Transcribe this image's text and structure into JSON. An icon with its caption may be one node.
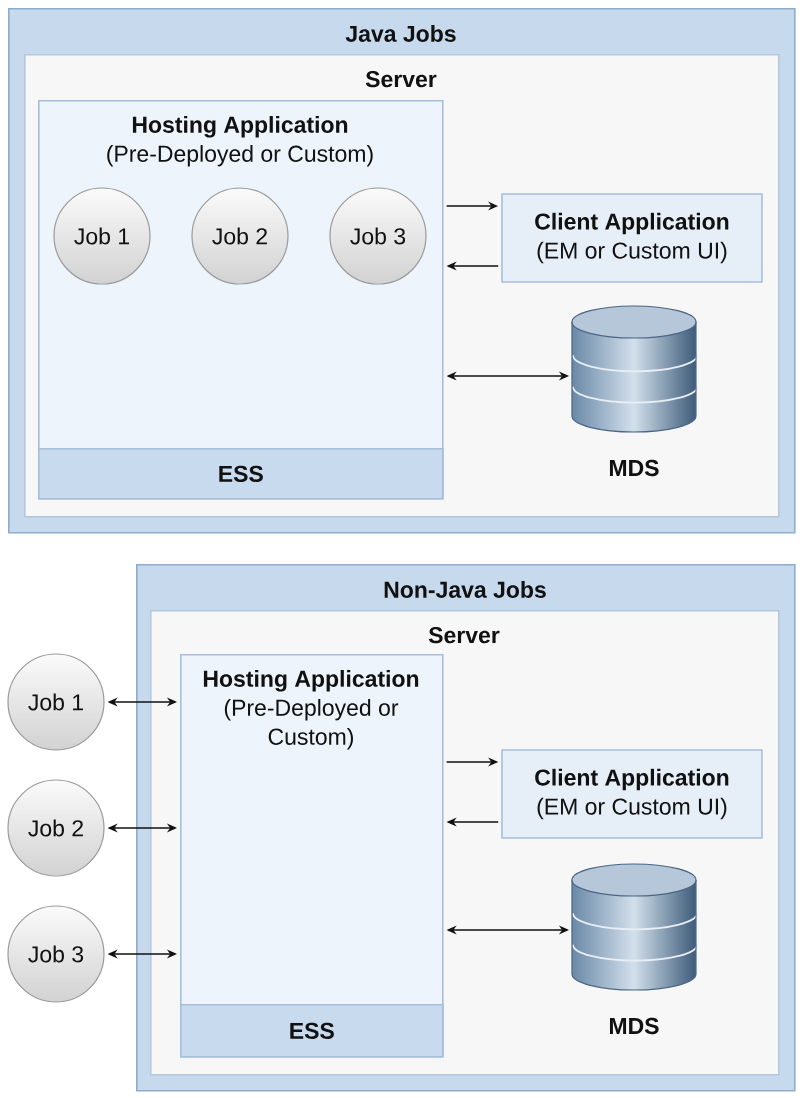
{
  "diagram": {
    "nodes": [
      {
        "text": [
          "Java Jobs"
        ]
      },
      {
        "text": [
          "Server"
        ],
        "in": 0
      },
      {
        "text": [
          "Hosting Application",
          "(Pre-Deployed or Custom)"
        ],
        "in": 1
      },
      {
        "text": [
          "Job 1"
        ],
        "in": 2
      },
      {
        "text": [
          "Job 2"
        ],
        "in": 2
      },
      {
        "text": [
          "Job 3"
        ],
        "in": 2
      },
      {
        "text": [
          "ESS"
        ],
        "in": 2
      },
      {
        "text": [
          "Client Application",
          "(EM or Custom UI)"
        ],
        "in": 1
      },
      {
        "text": [],
        "shape": "cylinder",
        "beside": [
          "MDS"
        ],
        "in": 1
      },
      {
        "text": [
          "Non-Java Jobs"
        ]
      },
      {
        "text": [
          "Server"
        ],
        "in": 9
      },
      {
        "text": [
          "Hosting Application",
          "(Pre-Deployed or Custom)"
        ],
        "in": 10
      },
      {
        "text": [
          "ESS"
        ],
        "in": 11
      },
      {
        "text": [
          "Client Application",
          "(EM or Custom UI)"
        ],
        "in": 10
      },
      {
        "text": [],
        "shape": "cylinder",
        "beside": [
          "MDS"
        ],
        "in": 10
      },
      {
        "text": [
          "Job 1"
        ]
      },
      {
        "text": [
          "Job 2"
        ]
      },
      {
        "text": [
          "Job 3"
        ]
      }
    ],
    "edges": [
      {
        "from": 2,
        "to": 7,
        "arrow": "to"
      },
      {
        "from": 7,
        "to": 2,
        "arrow": "to"
      },
      {
        "from": 2,
        "to": 8,
        "arrow": "both"
      },
      {
        "from": 11,
        "to": 13,
        "arrow": "to"
      },
      {
        "from": 13,
        "to": 11,
        "arrow": "to"
      },
      {
        "from": 11,
        "to": 14,
        "arrow": "both"
      },
      {
        "from": 15,
        "to": 11,
        "arrow": "both"
      },
      {
        "from": 16,
        "to": 11,
        "arrow": "both"
      },
      {
        "from": 17,
        "to": 11,
        "arrow": "both"
      }
    ]
  }
}
